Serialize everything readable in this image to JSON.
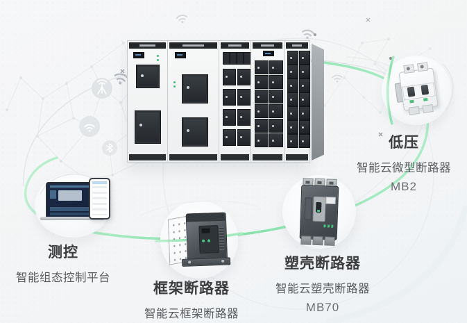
{
  "products": {
    "low_voltage": {
      "title": "低压",
      "subtitle": "智能云微型断路器",
      "model": "MB2"
    },
    "monitor": {
      "title": "测控",
      "subtitle": "智能组态控制平台"
    },
    "frame": {
      "title": "框架断路器",
      "subtitle": "智能云框架断路器"
    },
    "molded": {
      "title": "塑壳断路器",
      "subtitle": "智能云塑壳断路器",
      "model": "MB70"
    }
  },
  "icons": {
    "wifi": "wifi-icon",
    "antenna": "antenna-tower-icon",
    "bluetooth": "bluetooth-icon"
  },
  "colors": {
    "accent_green": "#7fe0a5",
    "orbit_gray": "#e2e6e9",
    "title_text": "#3a3c3e",
    "subtitle_text": "#595c5f",
    "background": "#f5f6f7"
  }
}
